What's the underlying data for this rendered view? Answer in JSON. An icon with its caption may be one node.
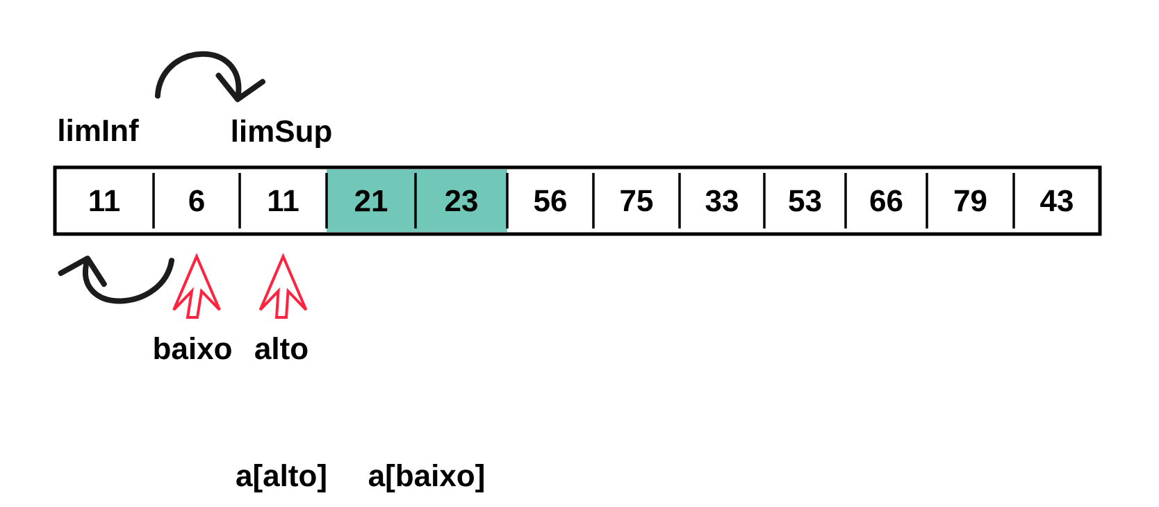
{
  "diagram": {
    "nodes": [
      {
        "text": [
          "limInf"
        ]
      },
      {
        "text": [
          "limSup"
        ]
      },
      {
        "text": [],
        "shape": "box"
      },
      {
        "text": [
          "11"
        ],
        "in": 2
      },
      {
        "text": [
          "6"
        ],
        "in": 2
      },
      {
        "text": [
          "11"
        ],
        "in": 2
      },
      {
        "text": [
          "21"
        ],
        "in": 2
      },
      {
        "text": [
          "23"
        ],
        "in": 2
      },
      {
        "text": [
          "56"
        ],
        "in": 2
      },
      {
        "text": [
          "75"
        ],
        "in": 2
      },
      {
        "text": [
          "33"
        ],
        "in": 2
      },
      {
        "text": [
          "53"
        ],
        "in": 2
      },
      {
        "text": [
          "66"
        ],
        "in": 2
      },
      {
        "text": [
          "79"
        ],
        "in": 2
      },
      {
        "text": [
          "43"
        ],
        "in": 2
      },
      {
        "text": [
          "baixo"
        ]
      },
      {
        "text": [
          "alto"
        ]
      }
    ],
    "edges": [
      {
        "from": 0,
        "to": 1,
        "arrow": "to"
      },
      {
        "from": 4,
        "to": 3,
        "arrow": "to"
      },
      {
        "from": 15,
        "to": 4,
        "arrow": "to",
        "color": "#ff2340"
      },
      {
        "from": 16,
        "to": 5,
        "arrow": "to",
        "color": "#ff2340"
      }
    ],
    "labels": [
      "a[alto]",
      "a[baixo]"
    ]
  }
}
